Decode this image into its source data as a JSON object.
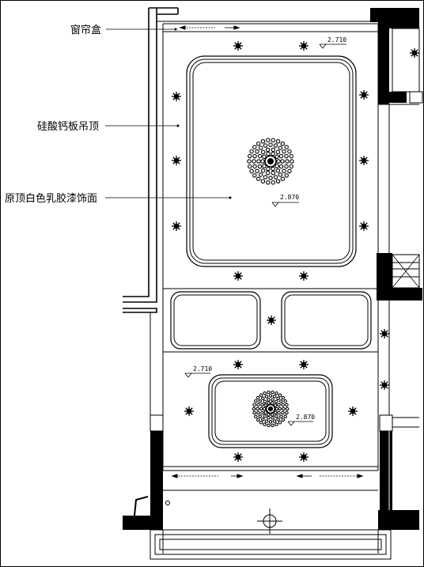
{
  "callouts": {
    "curtain_box": "窗帘盒",
    "ceiling_material": "硅酸钙板吊顶",
    "paint_finish": "原顶白色乳胶漆饰面"
  },
  "elevations": {
    "top_right": "2.710",
    "main_center": "2.870",
    "lower_left": "2.710",
    "lower_center": "2.870"
  },
  "colors": {
    "line": "#000000",
    "background": "#ffffff"
  }
}
